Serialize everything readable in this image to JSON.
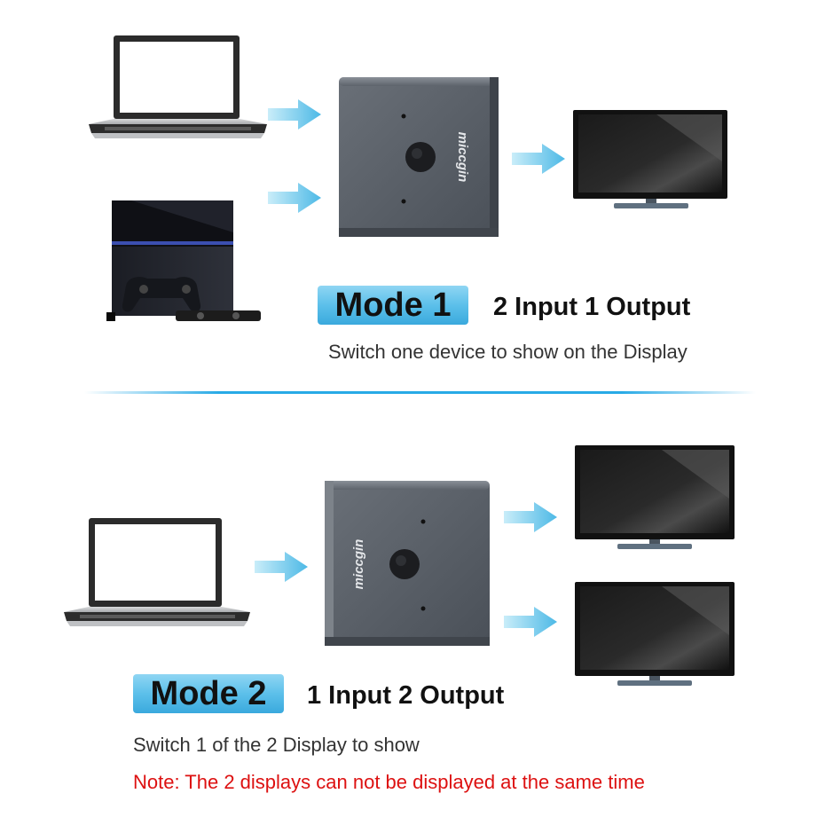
{
  "mode1": {
    "badge": "Mode 1",
    "title": "2 Input 1 Output",
    "description": "Switch one device to show on the Display"
  },
  "mode2": {
    "badge": "Mode 2",
    "title": "1 Input 2 Output",
    "description": "Switch 1 of the 2 Display to show",
    "note": "Note: The 2 displays can not be displayed at the same time"
  },
  "device": {
    "logo": "miccgin"
  },
  "colors": {
    "accent": "#3aa9dd",
    "arrow": "#5bc3e8",
    "note": "#d11111",
    "switch_body": "#5a6068"
  },
  "icons": [
    "laptop-icon",
    "game-console-icon",
    "hdmi-switch-icon",
    "monitor-icon",
    "arrow-right-icon"
  ]
}
